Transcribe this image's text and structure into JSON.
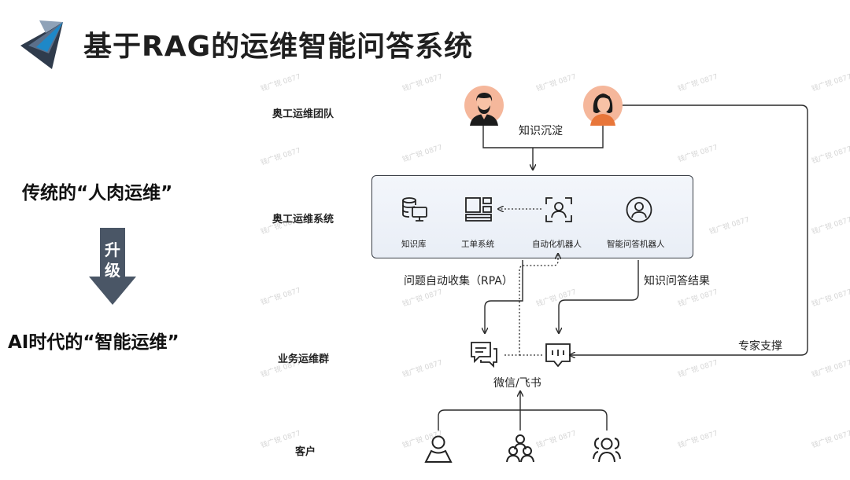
{
  "title": "基于RAG的运维智能问答系统",
  "left": {
    "traditional": "传统的“人肉运维”",
    "upgrade_char1": "升",
    "upgrade_char2": "级",
    "ai": "AI时代的“智能运维”"
  },
  "rows": {
    "team": "奥工运维团队",
    "system": "奥工运维系统",
    "group": "业务运维群",
    "customer": "客户"
  },
  "system_items": {
    "kb": "知识库",
    "ticket": "工单系统",
    "robot": "自动化机器人",
    "qa": "智能问答机器人"
  },
  "labels": {
    "knowledge": "知识沉淀",
    "collect": "问题自动收集（RPA）",
    "qa_result": "知识问答结果",
    "expert": "专家支撑",
    "platform": "微信/飞书"
  },
  "watermark": "钱广锐 0877",
  "colors": {
    "arrow": "#4a5666",
    "line": "#2a2a2a",
    "avatar_bg": "#f5b79b",
    "box_border": "#3a3f47"
  }
}
